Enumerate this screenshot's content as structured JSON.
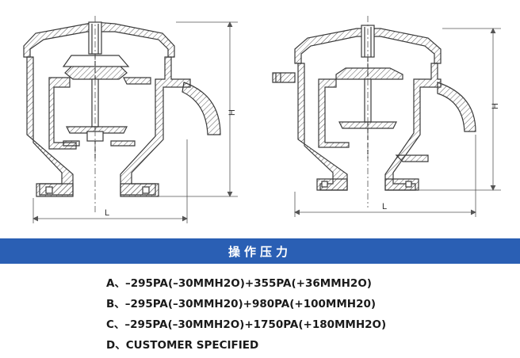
{
  "drawing": {
    "left_valve": {
      "height_label": "H",
      "length_label": "L"
    },
    "right_valve": {
      "height_label": "H",
      "length_label": "L"
    },
    "colors": {
      "line": "#3a3a3a",
      "hatch": "#555555",
      "dim": "#555555"
    }
  },
  "banner": {
    "title": "操作压力",
    "color": "#2a5fb4"
  },
  "options": [
    {
      "text": "A、–295PA(–30MMH2O)+355PA(+36MMH2O)"
    },
    {
      "text": "B、–295PA(–30MMH20)+980PA(+100MMH20)"
    },
    {
      "text": "C、–295PA(–30MMH2O)+1750PA(+180MMH2O)"
    },
    {
      "text": "D、CUSTOMER SPECIFIED"
    }
  ]
}
